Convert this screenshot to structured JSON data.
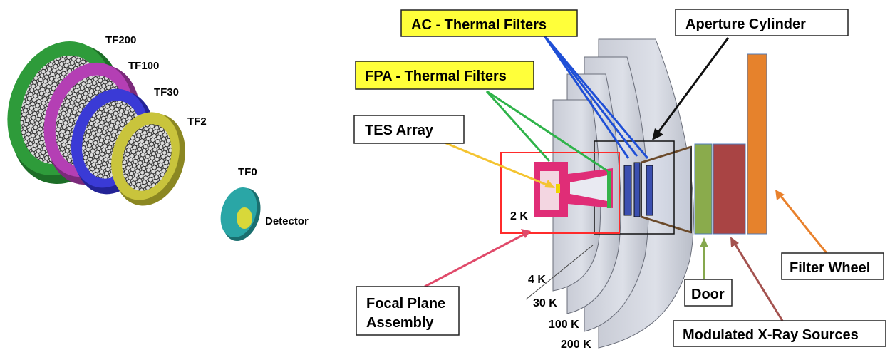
{
  "colors": {
    "tf200": "#2e9b3a",
    "tf100": "#b43fb4",
    "tf30": "#3a3ad6",
    "tf2": "#c9c43c",
    "tf0": "#2aa6a6",
    "detector": "#d8d83a",
    "callout_yellow": "#ffff3a",
    "arrow_yellow": "#f4c431",
    "arrow_green": "#2fb34a",
    "arrow_blue": "#1f4fd6",
    "arrow_pink": "#e04a6a",
    "arrow_olive": "#86a84e",
    "arrow_brown": "#a4524f",
    "arrow_orange": "#e9812c",
    "door": "#8aab4c",
    "xray_block": "#a94444",
    "filter_wheel": "#e6822c",
    "fpa_pink": "#e02d77",
    "frame_red": "#ff2b2b"
  },
  "filters": {
    "tf200": "TF200",
    "tf100": "TF100",
    "tf30": "TF30",
    "tf2": "TF2",
    "tf0": "TF0",
    "detector": "Detector"
  },
  "callouts": {
    "ac_thermal_filters": "AC - Thermal Filters",
    "fpa_thermal_filters": "FPA - Thermal Filters",
    "tes_array": "TES Array",
    "aperture_cylinder": "Aperture Cylinder",
    "focal_plane_assembly_line1": "Focal Plane",
    "focal_plane_assembly_line2": "Assembly",
    "door": "Door",
    "filter_wheel": "Filter Wheel",
    "modulated_xray_sources": "Modulated X-Ray Sources"
  },
  "temperatures": {
    "t2k": "2 K",
    "t4k": "4 K",
    "t30k": "30 K",
    "t100k": "100 K",
    "t200k": "200 K"
  }
}
